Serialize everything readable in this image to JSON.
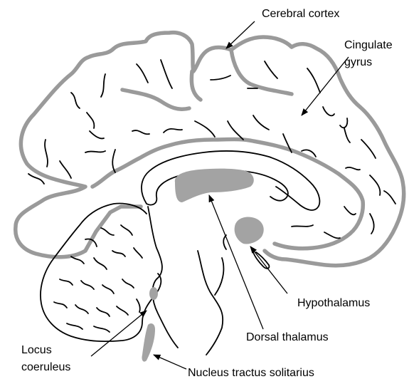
{
  "labels": {
    "cerebral_cortex": "Cerebral cortex",
    "cingulate_line1": "Cingulate",
    "cingulate_line2": "gyrus",
    "hypothalamus": "Hypothalamus",
    "dorsal_thalamus": "Dorsal thalamus",
    "locus_line1": "Locus",
    "locus_line2": "coeruleus",
    "nucleus_tractus": "Nucleus tractus solitarius"
  },
  "colors": {
    "cortex_outline": "#9a9a9a",
    "highlight_region": "#a3a3a3",
    "ink": "#000000"
  }
}
